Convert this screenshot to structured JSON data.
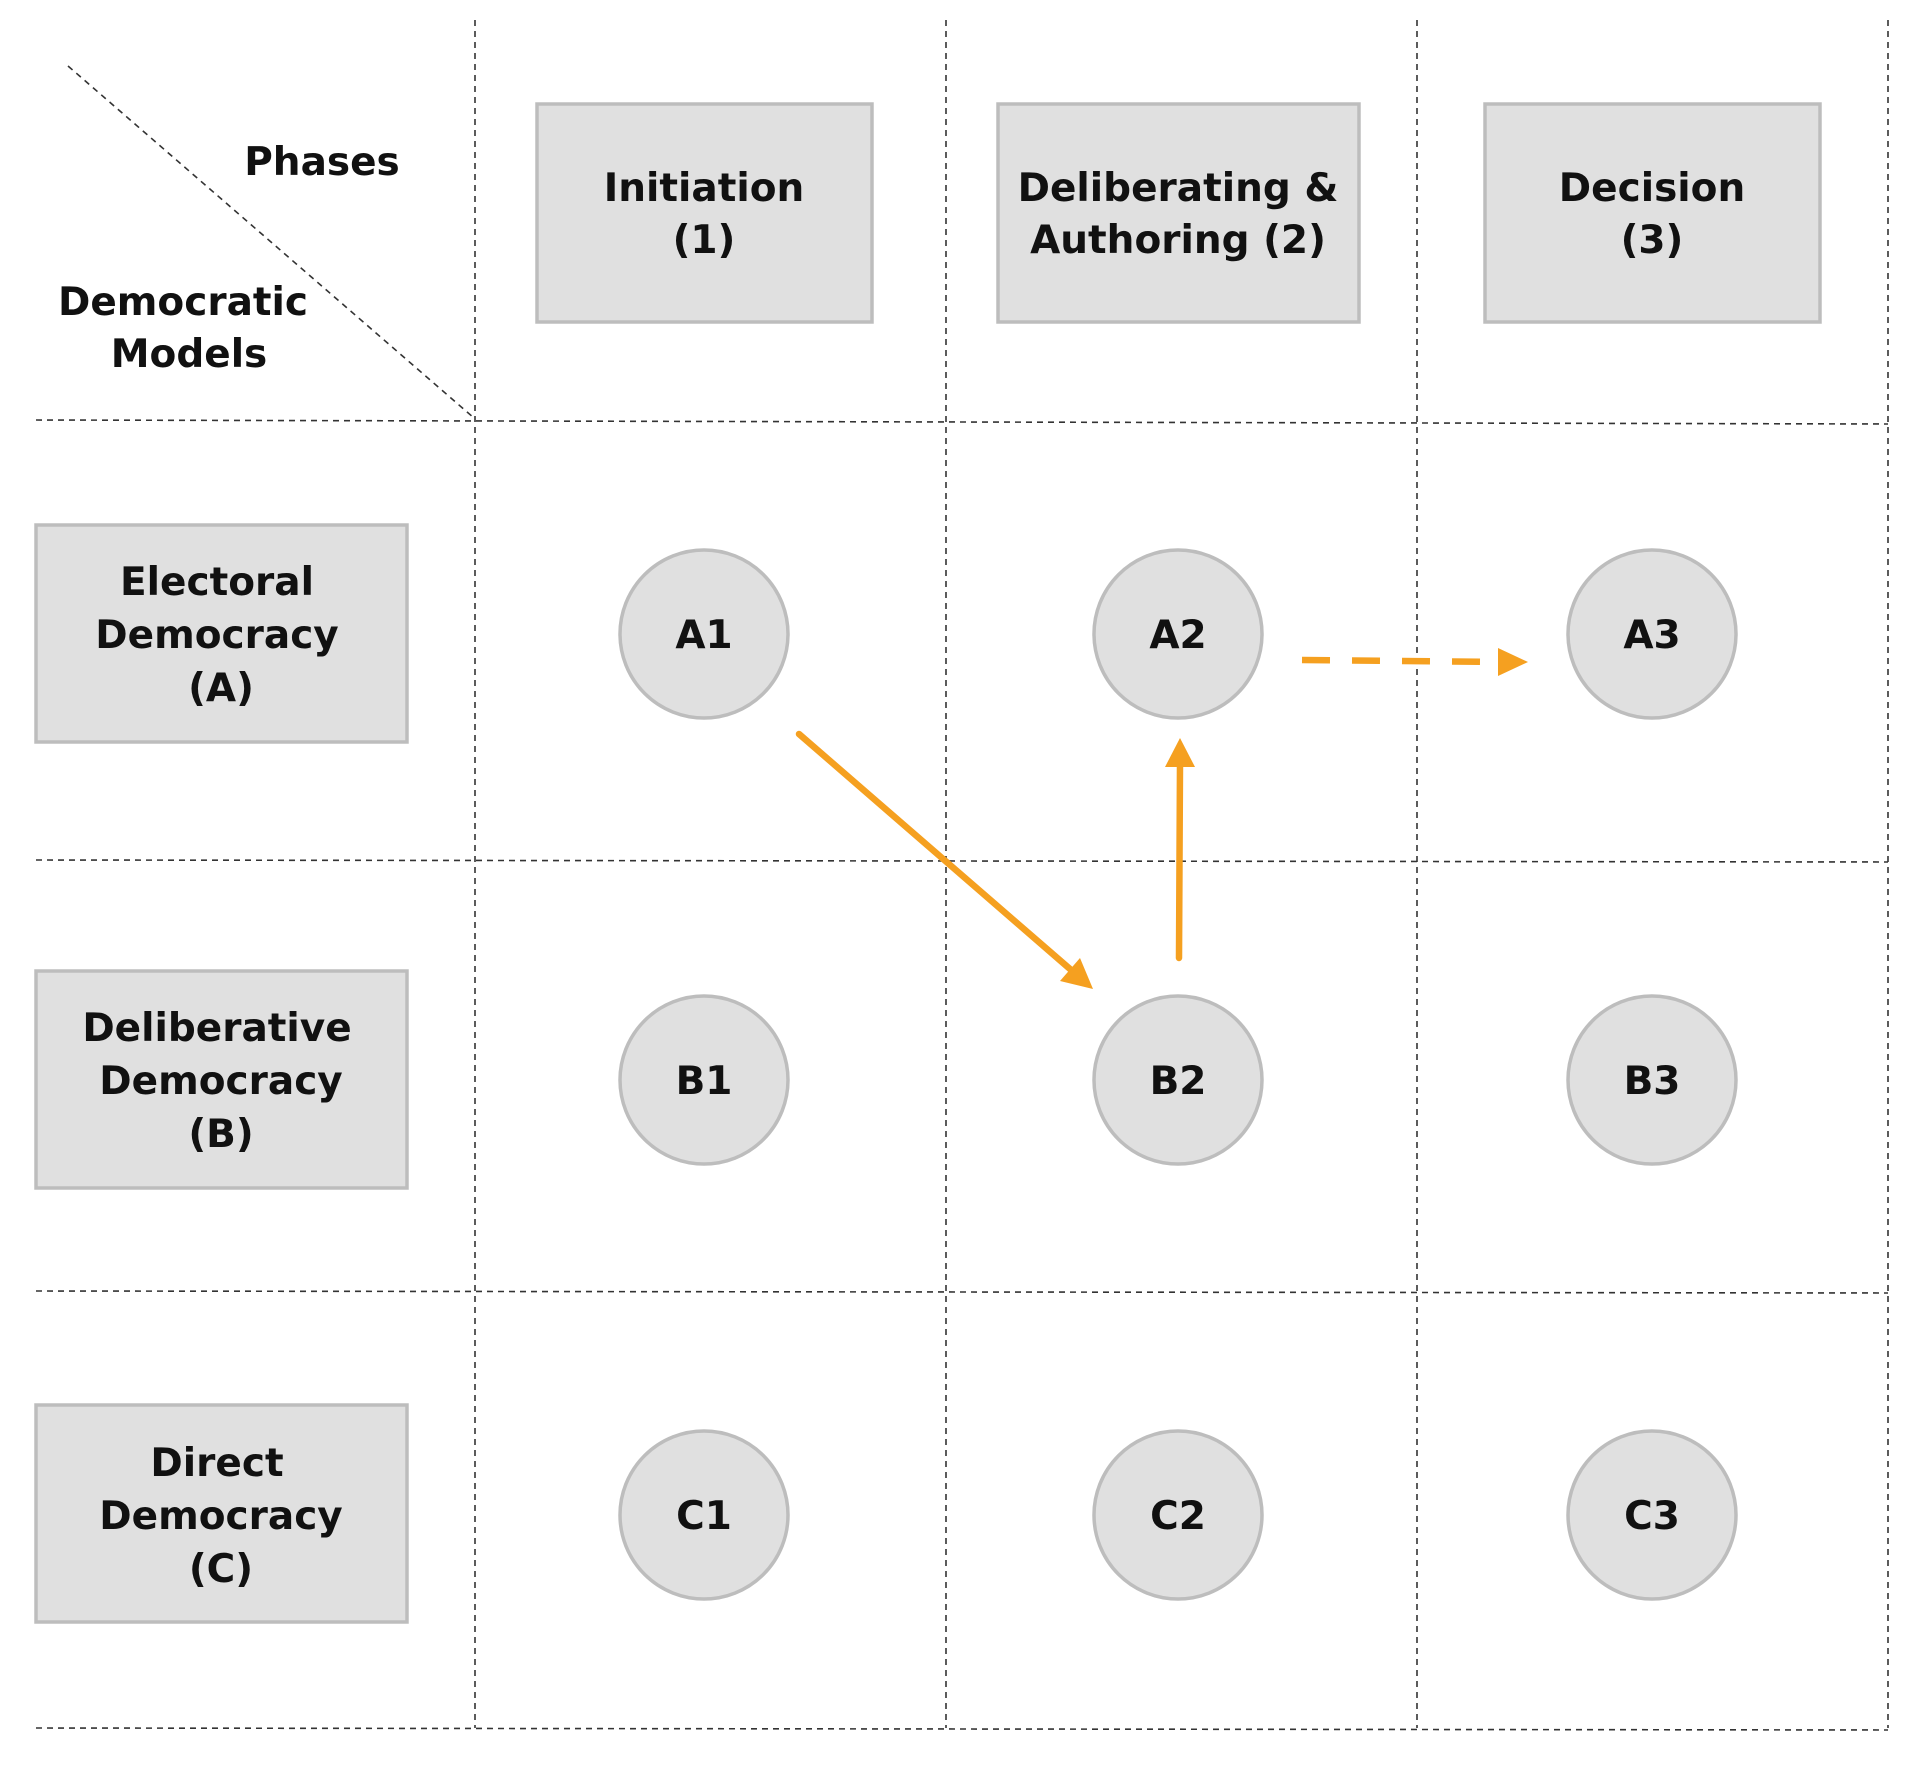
{
  "corner": {
    "top_label": "Phases",
    "bottom_label_line1": "Democratic",
    "bottom_label_line2": "Models"
  },
  "phases": [
    {
      "line1": "Initiation",
      "line2": "(1)"
    },
    {
      "line1": "Deliberating &",
      "line2": "Authoring (2)"
    },
    {
      "line1": "Decision",
      "line2": "(3)"
    }
  ],
  "models": [
    {
      "line1": "Electoral",
      "line2": "Democracy",
      "line3": "(A)"
    },
    {
      "line1": "Deliberative",
      "line2": "Democracy",
      "line3": "(B)"
    },
    {
      "line1": "Direct",
      "line2": "Democracy",
      "line3": "(C)"
    }
  ],
  "nodes": [
    [
      "A1",
      "A2",
      "A3"
    ],
    [
      "B1",
      "B2",
      "B3"
    ],
    [
      "C1",
      "C2",
      "C3"
    ]
  ],
  "edges": [
    {
      "from": "A1",
      "to": "B2",
      "style": "solid"
    },
    {
      "from": "B2",
      "to": "A2",
      "style": "solid"
    },
    {
      "from": "A2",
      "to": "A3",
      "style": "dashed"
    }
  ],
  "colors": {
    "box_fill": "#e0e0e0",
    "box_border": "#bdbdbd",
    "arrow": "#f5a020",
    "gridline": "#333333",
    "text": "#111111"
  }
}
